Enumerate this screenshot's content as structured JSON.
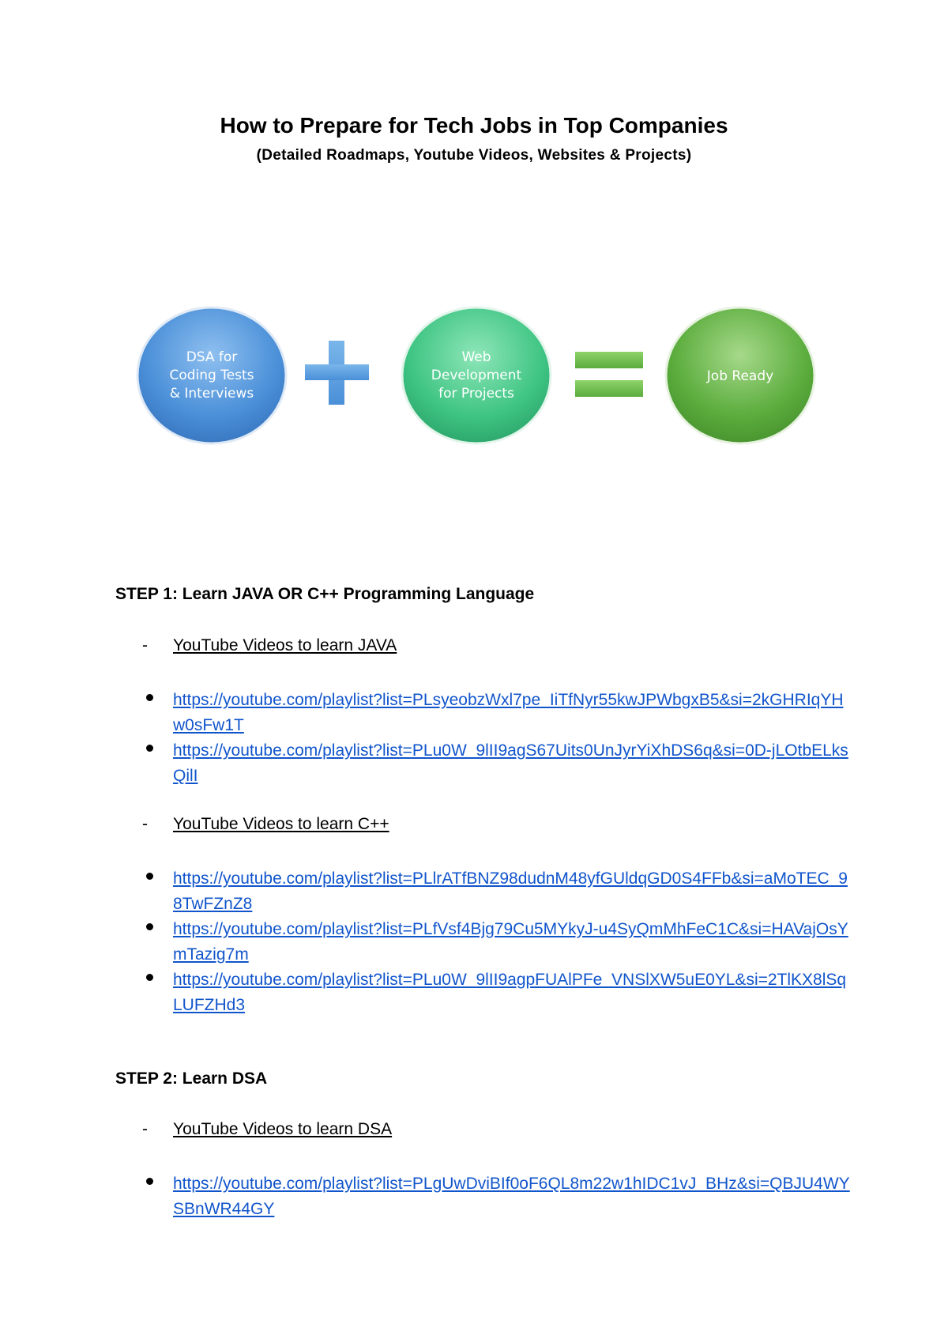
{
  "title": "How to Prepare for Tech Jobs in Top Companies",
  "subtitle": "(Detailed Roadmaps, Youtube Videos, Websites & Projects)",
  "diagram": {
    "circle1": [
      "DSA for",
      "Coding Tests",
      "& Interviews"
    ],
    "circle2": [
      "Web",
      "Development",
      "for Projects"
    ],
    "circle3": [
      "Job Ready"
    ],
    "colors": {
      "blue": "#4a8fd8",
      "teal": "#3ec483",
      "green": "#5aac3c"
    }
  },
  "step1": {
    "heading": "STEP 1: Learn JAVA OR C++ Programming Language",
    "java_label": "YouTube Videos to learn JAVA",
    "java_links": [
      "https://youtube.com/playlist?list=PLsyeobzWxl7pe_IiTfNyr55kwJPWbgxB5&si=2kGHRIqYHw0sFw1T",
      "https://youtube.com/playlist?list=PLu0W_9lII9agS67Uits0UnJyrYiXhDS6q&si=0D-jLOtbELksQilI"
    ],
    "cpp_label": "YouTube Videos to learn C++",
    "cpp_links": [
      "https://youtube.com/playlist?list=PLlrATfBNZ98dudnM48yfGUldqGD0S4FFb&si=aMoTEC_98TwFZnZ8",
      "https://youtube.com/playlist?list=PLfVsf4Bjg79Cu5MYkyJ-u4SyQmMhFeC1C&si=HAVajOsYmTazig7m",
      "https://youtube.com/playlist?list=PLu0W_9lII9agpFUAlPFe_VNSlXW5uE0YL&si=2TlKX8lSqLUFZHd3"
    ]
  },
  "step2": {
    "heading": "STEP 2: Learn DSA",
    "dsa_label": "YouTube Videos to learn DSA",
    "dsa_links": [
      "https://youtube.com/playlist?list=PLgUwDviBIf0oF6QL8m22w1hIDC1vJ_BHz&si=QBJU4WYSBnWR44GY"
    ]
  },
  "dash": "-"
}
